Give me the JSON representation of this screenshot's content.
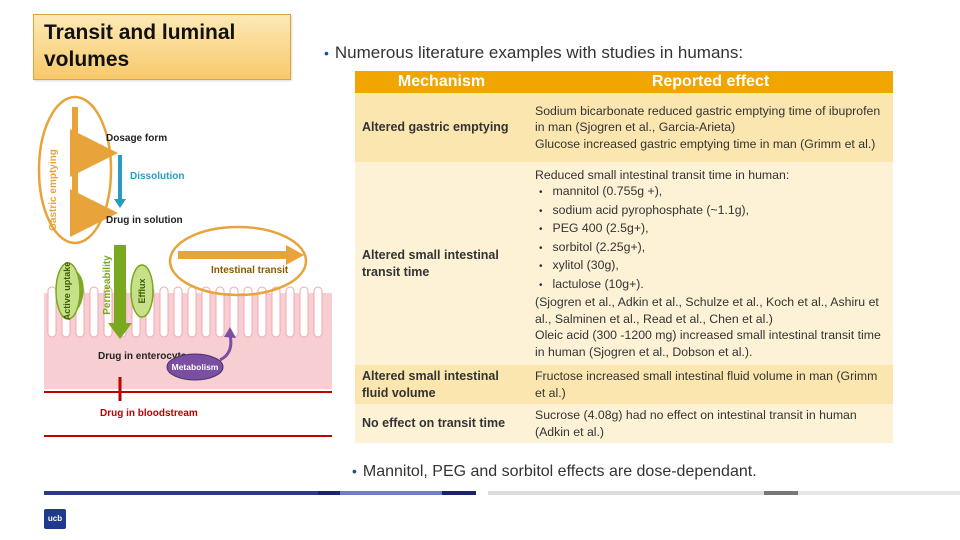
{
  "slide_title": "Transit and luminal volumes",
  "intro_bullet": "Numerous  literature examples with studies in humans:",
  "closing_bullet": "Mannitol,  PEG and sorbitol effects are dose-dependant.",
  "table": {
    "headers": [
      "Mechanism",
      "Reported effect"
    ],
    "rows": [
      {
        "mechanism": "Altered gastric emptying",
        "effect_lines": [
          "Sodium bicarbonate reduced gastric emptying time of ibuprofen in man (Sjogren et al., Garcia-Arieta)",
          "Glucose increased gastric emptying time in man (Grimm et al.)"
        ]
      },
      {
        "mechanism": "Altered small intestinal transit time",
        "intro": "Reduced small intestinal transit time in human:",
        "list": [
          "mannitol (0.755g +),",
          "sodium acid pyrophosphate (~1.1g),",
          "PEG  400 (2.5g+),",
          "sorbitol (2.25g+),",
          "xylitol (30g),",
          "lactulose (10g+)."
        ],
        "refs": "(Sjogren et al., Adkin et al., Schulze et al., Koch et al., Ashiru et al., Salminen et al., Read et al., Chen et al.)",
        "extra": "Oleic acid (300 -1200 mg) increased small intestinal transit time in human (Sjogren et al., Dobson et al.)."
      },
      {
        "mechanism": "Altered small intestinal fluid volume",
        "effect_lines": [
          "Fructose increased small intestinal fluid volume in man (Grimm et al.)"
        ]
      },
      {
        "mechanism": "No effect on transit time",
        "effect_lines": [
          "Sucrose (4.08g) had no effect on intestinal transit in human (Adkin et al.)"
        ]
      }
    ]
  },
  "diagram": {
    "gastric_emptying": "Gastric emptying",
    "dosage_form": "Dosage form",
    "dissolution": "Dissolution",
    "drug_in_solution": "Drug in solution",
    "intestinal_transit": "Intestinal transit",
    "active_uptake": "Active uptake",
    "permeability": "Permeability",
    "efflux": "Efflux",
    "drug_in_enterocyte": "Drug in enterocyte",
    "metabolism": "Metabolism",
    "drug_in_bloodstream": "Drug in bloodstream"
  },
  "logo_text": "ucb",
  "colors": {
    "accent": "#f0a500",
    "row_dark": "#fbe6b0",
    "row_light": "#fdf2d6",
    "bullet_blue": "#1f4e9c",
    "arrow_orange": "#e8a33a",
    "arrow_green": "#7aa81e",
    "blood_red": "#c00000",
    "footer_navy": "#2e3a87"
  }
}
